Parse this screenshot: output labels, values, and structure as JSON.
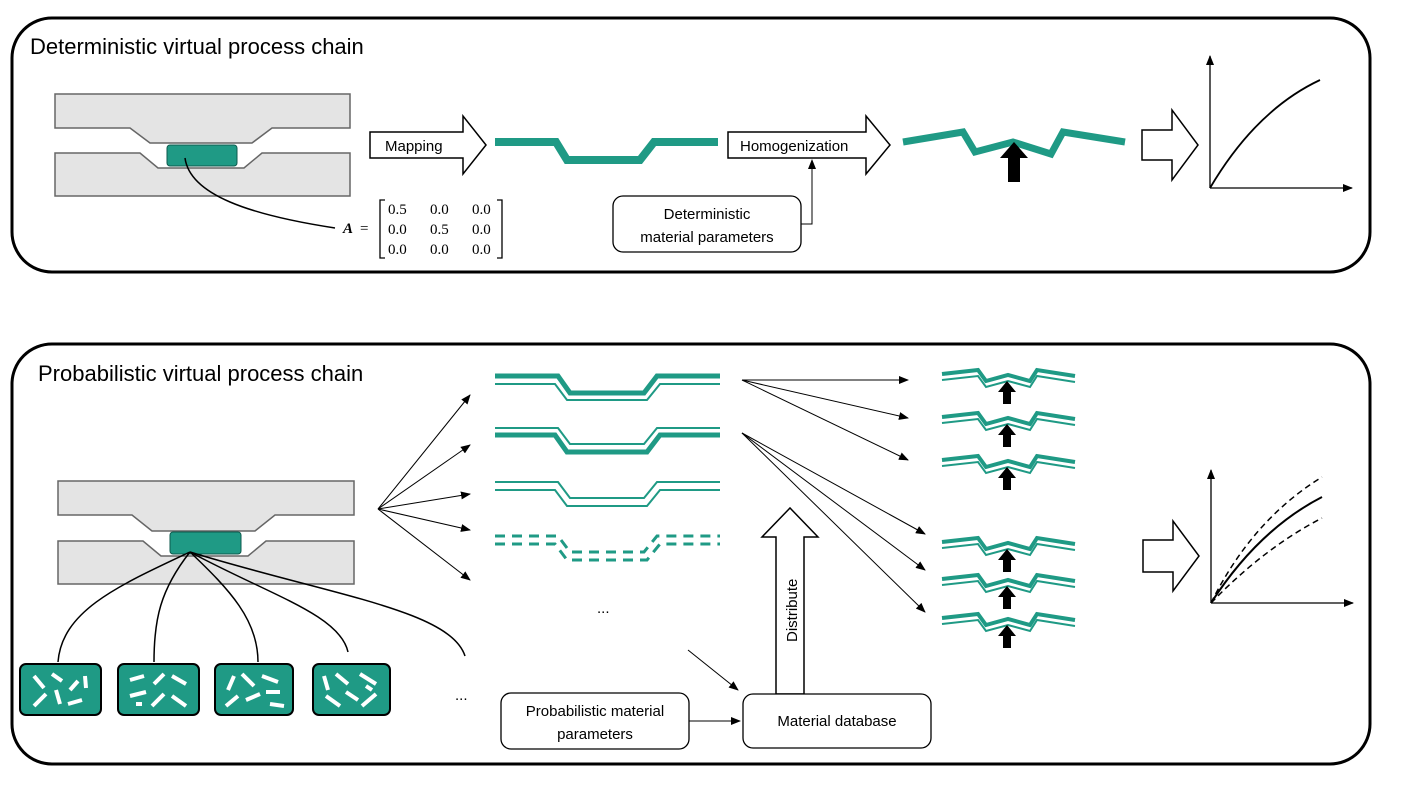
{
  "deterministic": {
    "title": "Deterministic virtual process chain",
    "mapping_label": "Mapping",
    "homogenization_label": "Homogenization",
    "params_line1": "Deterministic",
    "params_line2": "material parameters",
    "matrix_symbol": "A",
    "matrix_equals": "=",
    "matrix_rows": [
      [
        "0.5",
        "0.0",
        "0.0"
      ],
      [
        "0.0",
        "0.5",
        "0.0"
      ],
      [
        "0.0",
        "0.0",
        "0.0"
      ]
    ]
  },
  "probabilistic": {
    "title": "Probabilistic virtual process chain",
    "ellipsis_fibers": "...",
    "ellipsis_realizations": "...",
    "distribute_label": "Distribute",
    "params_line1": "Probabilistic material",
    "params_line2": "parameters",
    "database_label": "Material database"
  },
  "colors": {
    "teal": "#1f9a85",
    "mold_fill": "#e4e4e4",
    "mold_stroke": "#666666"
  }
}
